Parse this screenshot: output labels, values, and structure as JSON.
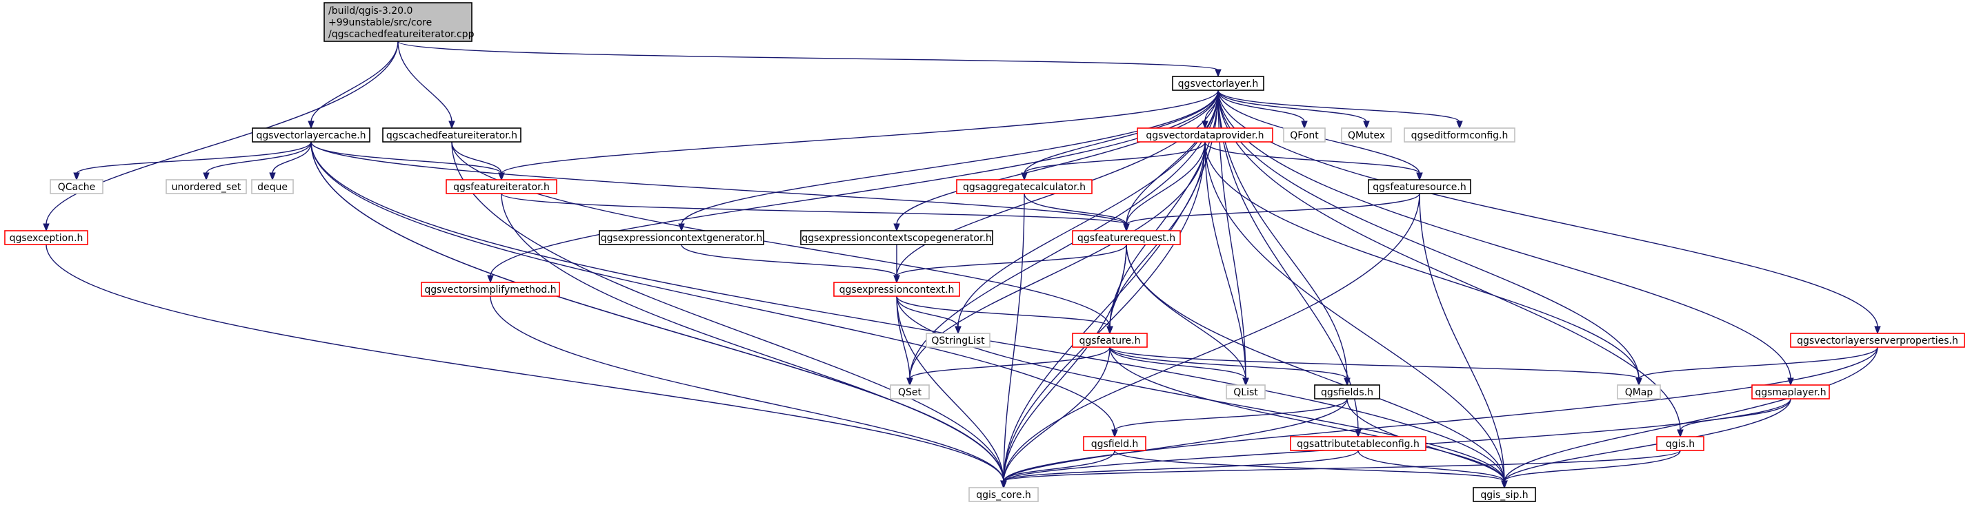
{
  "colors": {
    "edge": "#191970",
    "root_fill": "#bfbfbf",
    "root_border": "#000000",
    "documented_border": "#000000",
    "missing_border": "#ff0000",
    "external_border": "#bfbfbf",
    "text": "#000000",
    "background": "#ffffff"
  },
  "nodes": [
    {
      "id": "root",
      "lines": [
        "/build/qgis-3.20.0",
        "+99unstable/src/core",
        "/qgscachedfeatureiterator.cpp"
      ],
      "kind": "root"
    },
    {
      "id": "qgsvectorlayer",
      "lines": [
        "qgsvectorlayer.h"
      ],
      "kind": "documented"
    },
    {
      "id": "qgsvectorlayercache",
      "lines": [
        "qgsvectorlayercache.h"
      ],
      "kind": "documented"
    },
    {
      "id": "qgscachedfeatureiterator",
      "lines": [
        "qgscachedfeatureiterator.h"
      ],
      "kind": "documented"
    },
    {
      "id": "qgsexception",
      "lines": [
        "qgsexception.h"
      ],
      "kind": "missing"
    },
    {
      "id": "qcache",
      "lines": [
        "QCache"
      ],
      "kind": "external"
    },
    {
      "id": "unordered_set",
      "lines": [
        "unordered_set"
      ],
      "kind": "external"
    },
    {
      "id": "deque",
      "lines": [
        "deque"
      ],
      "kind": "external"
    },
    {
      "id": "qgsfeatureiterator",
      "lines": [
        "qgsfeatureiterator.h"
      ],
      "kind": "missing"
    },
    {
      "id": "qgsvectordataprovider",
      "lines": [
        "qgsvectordataprovider.h"
      ],
      "kind": "missing"
    },
    {
      "id": "qfont",
      "lines": [
        "QFont"
      ],
      "kind": "external"
    },
    {
      "id": "qmutex",
      "lines": [
        "QMutex"
      ],
      "kind": "external"
    },
    {
      "id": "qgseditformconfig",
      "lines": [
        "qgseditformconfig.h"
      ],
      "kind": "external"
    },
    {
      "id": "qgsaggregatecalculator",
      "lines": [
        "qgsaggregatecalculator.h"
      ],
      "kind": "missing"
    },
    {
      "id": "qgsfeaturesource",
      "lines": [
        "qgsfeaturesource.h"
      ],
      "kind": "documented"
    },
    {
      "id": "qgsexpressioncontextgenerator",
      "lines": [
        "qgsexpressioncontextgenerator.h"
      ],
      "kind": "documented"
    },
    {
      "id": "qgsexpressioncontextscopegenerator",
      "lines": [
        "qgsexpressioncontextscopegenerator.h"
      ],
      "kind": "documented"
    },
    {
      "id": "qgsfeaturerequest",
      "lines": [
        "qgsfeaturerequest.h"
      ],
      "kind": "missing"
    },
    {
      "id": "qgsvectorsimplifymethod",
      "lines": [
        "qgsvectorsimplifymethod.h"
      ],
      "kind": "missing"
    },
    {
      "id": "qgsexpressioncontext",
      "lines": [
        "qgsexpressioncontext.h"
      ],
      "kind": "missing"
    },
    {
      "id": "qstringlist",
      "lines": [
        "QStringList"
      ],
      "kind": "external"
    },
    {
      "id": "qgsfeature",
      "lines": [
        "qgsfeature.h"
      ],
      "kind": "missing"
    },
    {
      "id": "qgsvectorlayerserverproperties",
      "lines": [
        "qgsvectorlayerserverproperties.h"
      ],
      "kind": "missing"
    },
    {
      "id": "qset",
      "lines": [
        "QSet"
      ],
      "kind": "external"
    },
    {
      "id": "qlist",
      "lines": [
        "QList"
      ],
      "kind": "external"
    },
    {
      "id": "qgsfields",
      "lines": [
        "qgsfields.h"
      ],
      "kind": "documented"
    },
    {
      "id": "qmap",
      "lines": [
        "QMap"
      ],
      "kind": "external"
    },
    {
      "id": "qgsmaplayer",
      "lines": [
        "qgsmaplayer.h"
      ],
      "kind": "missing"
    },
    {
      "id": "qgsfield",
      "lines": [
        "qgsfield.h"
      ],
      "kind": "missing"
    },
    {
      "id": "qgsattributetableconfig",
      "lines": [
        "qgsattributetableconfig.h"
      ],
      "kind": "missing"
    },
    {
      "id": "qgis",
      "lines": [
        "qgis.h"
      ],
      "kind": "missing"
    },
    {
      "id": "qgis_core",
      "lines": [
        "qgis_core.h"
      ],
      "kind": "external"
    },
    {
      "id": "qgis_sip",
      "lines": [
        "qgis_sip.h"
      ],
      "kind": "documented"
    }
  ],
  "edges": [
    [
      "root",
      "qgsexception"
    ],
    [
      "root",
      "qgsvectorlayercache"
    ],
    [
      "root",
      "qgscachedfeatureiterator"
    ],
    [
      "root",
      "qgsvectorlayer"
    ],
    [
      "qgsexception",
      "qgis_core"
    ],
    [
      "qgsvectorlayercache",
      "qcache"
    ],
    [
      "qgsvectorlayercache",
      "unordered_set"
    ],
    [
      "qgsvectorlayercache",
      "deque"
    ],
    [
      "qgsvectorlayercache",
      "qgsfeatureiterator"
    ],
    [
      "qgsvectorlayercache",
      "qgsfeaturerequest"
    ],
    [
      "qgsvectorlayercache",
      "qgis_core"
    ],
    [
      "qgsvectorlayercache",
      "qgsfield"
    ],
    [
      "qgsvectorlayercache",
      "qgis_sip"
    ],
    [
      "qgsvectorlayercache",
      "qgis_core"
    ],
    [
      "qgscachedfeatureiterator",
      "qgsfeatureiterator"
    ],
    [
      "qgscachedfeatureiterator",
      "qgsfeature"
    ],
    [
      "qgscachedfeatureiterator",
      "qgis_core"
    ],
    [
      "qgsvectorlayer",
      "qgsvectordataprovider"
    ],
    [
      "qgsvectorlayer",
      "qfont"
    ],
    [
      "qgsvectorlayer",
      "qmutex"
    ],
    [
      "qgsvectorlayer",
      "qgseditformconfig"
    ],
    [
      "qgsvectorlayer",
      "qgsaggregatecalculator"
    ],
    [
      "qgsvectorlayer",
      "qgsfeaturesource"
    ],
    [
      "qgsvectorlayer",
      "qgsfeatureiterator"
    ],
    [
      "qgsvectorlayer",
      "qgsexpressioncontextgenerator"
    ],
    [
      "qgsvectorlayer",
      "qgsexpressioncontextscopegenerator"
    ],
    [
      "qgsvectorlayer",
      "qgsfeaturerequest"
    ],
    [
      "qgsvectorlayer",
      "qgsvectorsimplifymethod"
    ],
    [
      "qgsvectorlayer",
      "qgsexpressioncontext"
    ],
    [
      "qgsvectorlayer",
      "qstringlist"
    ],
    [
      "qgsvectorlayer",
      "qgsfeature"
    ],
    [
      "qgsvectorlayer",
      "qgsvectorlayerserverproperties"
    ],
    [
      "qgsvectorlayer",
      "qset"
    ],
    [
      "qgsvectorlayer",
      "qlist"
    ],
    [
      "qgsvectorlayer",
      "qgsfields"
    ],
    [
      "qgsvectorlayer",
      "qmap"
    ],
    [
      "qgsvectorlayer",
      "qgsmaplayer"
    ],
    [
      "qgsvectorlayer",
      "qgsattributetableconfig"
    ],
    [
      "qgsvectorlayer",
      "qgis"
    ],
    [
      "qgsvectorlayer",
      "qgis_core"
    ],
    [
      "qgsvectordataprovider",
      "qgsaggregatecalculator"
    ],
    [
      "qgsvectordataprovider",
      "qgsfeaturesource"
    ],
    [
      "qgsvectordataprovider",
      "qgsfeaturerequest"
    ],
    [
      "qgsvectordataprovider",
      "qgsfeature"
    ],
    [
      "qgsvectordataprovider",
      "qset"
    ],
    [
      "qgsvectordataprovider",
      "qlist"
    ],
    [
      "qgsvectordataprovider",
      "qmap"
    ],
    [
      "qgsvectordataprovider",
      "qgis_core"
    ],
    [
      "qgsvectordataprovider",
      "qgis_sip"
    ],
    [
      "qgsaggregatecalculator",
      "qgsfeaturerequest"
    ],
    [
      "qgsaggregatecalculator",
      "qgis_core"
    ],
    [
      "qgsfeatureiterator",
      "qgsfeaturerequest"
    ],
    [
      "qgsfeatureiterator",
      "qgis_core"
    ],
    [
      "qgsfeaturesource",
      "qgsfeaturerequest"
    ],
    [
      "qgsfeaturesource",
      "qgis_core"
    ],
    [
      "qgsfeaturesource",
      "qgis_sip"
    ],
    [
      "qgsexpressioncontextgenerator",
      "qgsexpressioncontext"
    ],
    [
      "qgsexpressioncontextscopegenerator",
      "qgsexpressioncontext"
    ],
    [
      "qgsfeaturerequest",
      "qgsexpressioncontext"
    ],
    [
      "qgsfeaturerequest",
      "qgsfeature"
    ],
    [
      "qgsfeaturerequest",
      "qlist"
    ],
    [
      "qgsfeaturerequest",
      "qgis_core"
    ],
    [
      "qgsfeaturerequest",
      "qgis_sip"
    ],
    [
      "qgsvectorsimplifymethod",
      "qgis_core"
    ],
    [
      "qgsexpressioncontext",
      "qstringlist"
    ],
    [
      "qgsexpressioncontext",
      "qset"
    ],
    [
      "qgsexpressioncontext",
      "qgsfeature"
    ],
    [
      "qgsexpressioncontext",
      "qgis_core"
    ],
    [
      "qgsexpressioncontext",
      "qgis_sip"
    ],
    [
      "qgsfeature",
      "qset"
    ],
    [
      "qgsfeature",
      "qlist"
    ],
    [
      "qgsfeature",
      "qgsfields"
    ],
    [
      "qgsfeature",
      "qmap"
    ],
    [
      "qgsfeature",
      "qgis_core"
    ],
    [
      "qgsfeature",
      "qgis_sip"
    ],
    [
      "qgsfields",
      "qgsfield"
    ],
    [
      "qgsfields",
      "qgis_core"
    ],
    [
      "qgsfields",
      "qgis_sip"
    ],
    [
      "qgsfield",
      "qgis_core"
    ],
    [
      "qgsfield",
      "qgis_sip"
    ],
    [
      "qgsattributetableconfig",
      "qgis_core"
    ],
    [
      "qgsattributetableconfig",
      "qgis_sip"
    ],
    [
      "qgsvectorlayerserverproperties",
      "qmap"
    ],
    [
      "qgsvectorlayerserverproperties",
      "qgis_core"
    ],
    [
      "qgsvectorlayerserverproperties",
      "qgis_sip"
    ],
    [
      "qgsmaplayer",
      "qgis"
    ],
    [
      "qgsmaplayer",
      "qgis_core"
    ],
    [
      "qgsmaplayer",
      "qgis_sip"
    ],
    [
      "qgis",
      "qgis_core"
    ],
    [
      "qgis",
      "qgis_sip"
    ]
  ]
}
